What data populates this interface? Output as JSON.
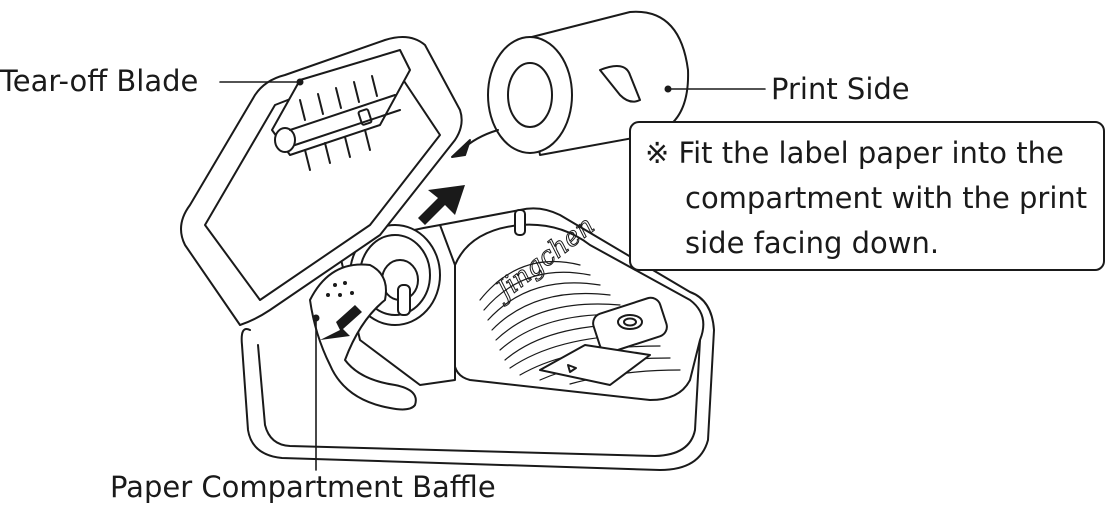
{
  "labels": {
    "tear_off_blade": "Tear-off Blade",
    "print_side": "Print Side",
    "paper_compartment_baffle": "Paper Compartment Baffle"
  },
  "note": {
    "line1": "※ Fit the label paper into the",
    "line2": "compartment with the print",
    "line3": "side facing down."
  },
  "device": {
    "brand_script": "Jingchen"
  },
  "colors": {
    "ink": "#1a1a1a",
    "background": "#ffffff"
  }
}
